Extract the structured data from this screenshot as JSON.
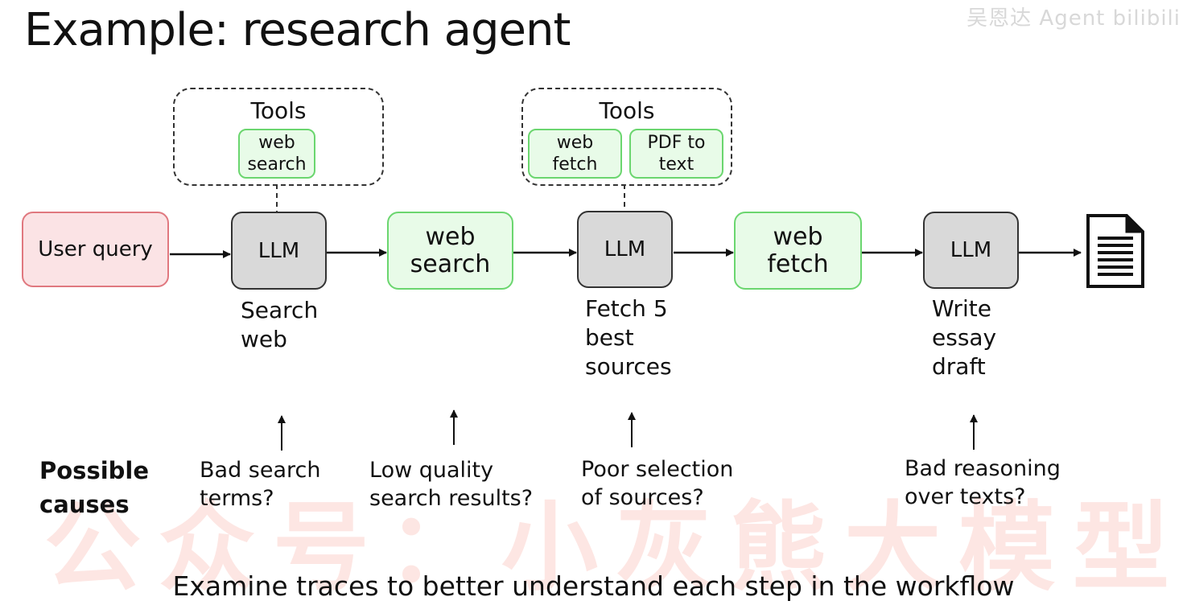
{
  "title": "Example: research agent",
  "brand_mark": "吴恩达 Agent  bilibili",
  "watermark": "公众号：小灰熊大模型",
  "tools_groups": [
    {
      "title": "Tools",
      "items": [
        "web\nsearch"
      ]
    },
    {
      "title": "Tools",
      "items": [
        "web\nfetch",
        "PDF to\ntext"
      ]
    }
  ],
  "nodes": {
    "user_query": "User query",
    "llm_1": "LLM",
    "web_search": "web\nsearch",
    "llm_2": "LLM",
    "web_fetch": "web\nfetch",
    "llm_3": "LLM"
  },
  "step_labels": {
    "llm_1": "Search\nweb",
    "llm_2": "Fetch 5\nbest\nsources",
    "llm_3": "Write\nessay\ndraft"
  },
  "causes_label": "Possible\ncauses",
  "causes": [
    "Bad search\nterms?",
    "Low quality\nsearch results?",
    "Poor selection\nof sources?",
    "Bad reasoning\nover texts?"
  ],
  "output_icon": "document-icon",
  "colors": {
    "user_fill": "#fbe3e5",
    "user_border": "#e0787f",
    "llm_fill": "#d9d9d9",
    "tool_fill": "#e8fbe8",
    "tool_border": "#6bd66f"
  },
  "caption": "Examine traces to better understand each step in the workflow"
}
